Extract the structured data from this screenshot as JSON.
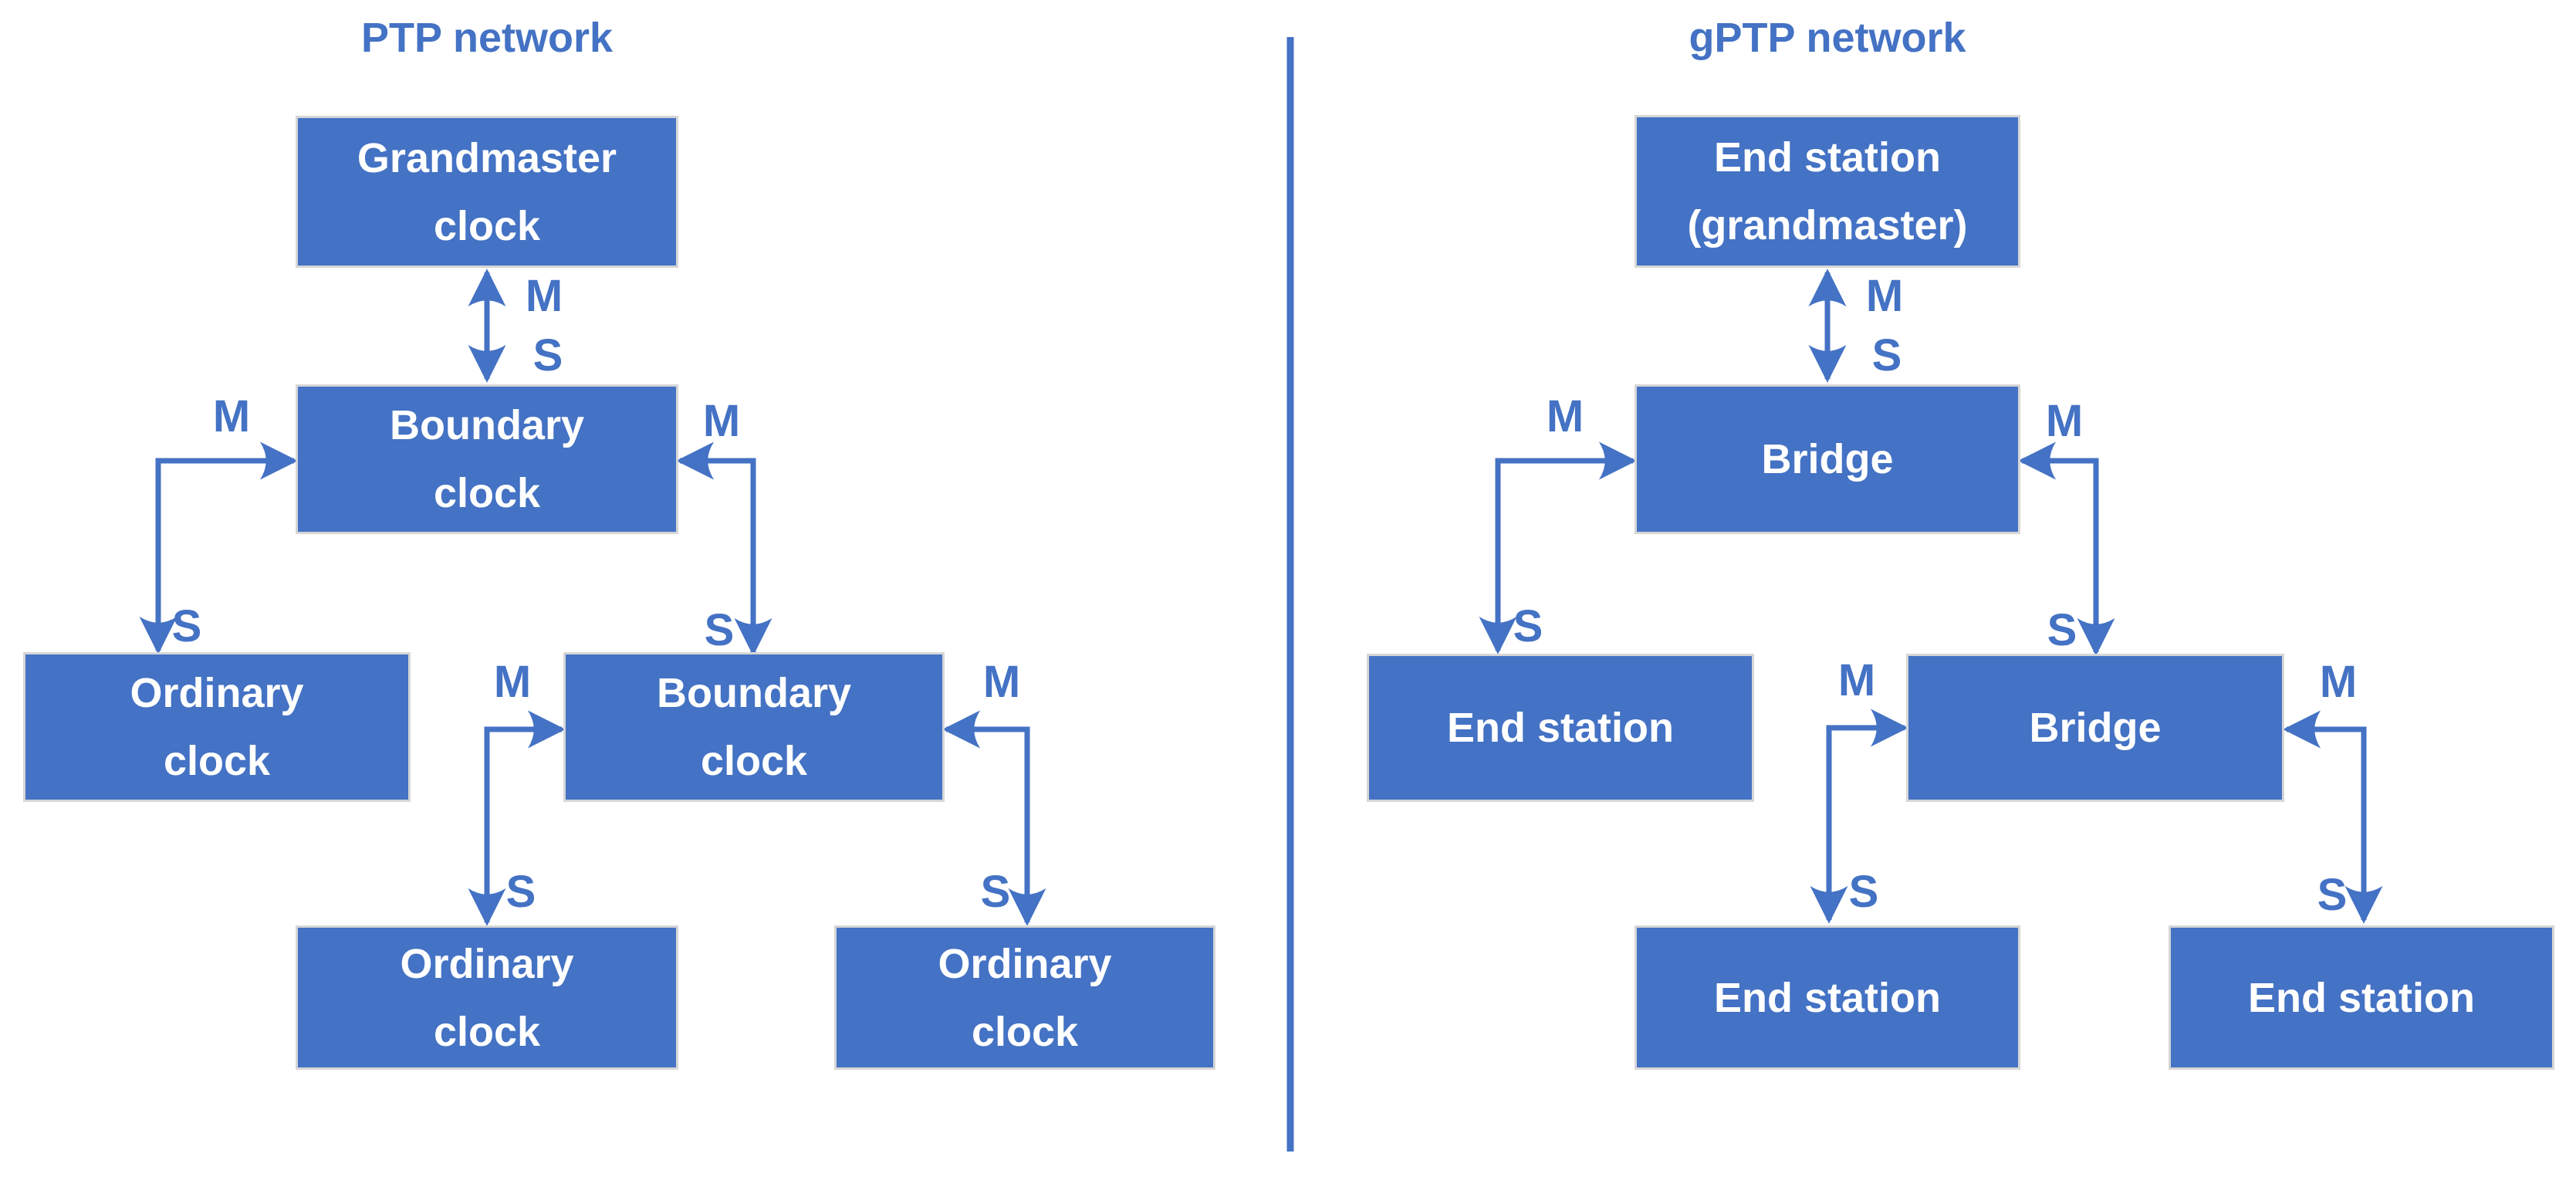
{
  "colors": {
    "primary": "#4472C4",
    "box_fill": "#4472C4",
    "box_border": "#D6D6D6",
    "box_text": "#FFFFFF",
    "background": "#FFFFFF"
  },
  "left_diagram": {
    "title": "PTP network",
    "nodes": [
      {
        "id": "grandmaster-clock",
        "label": "Grandmaster\nclock"
      },
      {
        "id": "boundary-clock-upper",
        "label": "Boundary\nclock"
      },
      {
        "id": "ordinary-clock-left",
        "label": "Ordinary\nclock"
      },
      {
        "id": "boundary-clock-lower",
        "label": "Boundary\nclock"
      },
      {
        "id": "ordinary-clock-bottom-left",
        "label": "Ordinary\nclock"
      },
      {
        "id": "ordinary-clock-bottom-right",
        "label": "Ordinary\nclock"
      }
    ],
    "connections": [
      {
        "from": "grandmaster-clock",
        "to": "boundary-clock-upper",
        "master_label": "M",
        "slave_label": "S"
      },
      {
        "from": "boundary-clock-upper",
        "to": "ordinary-clock-left",
        "master_label": "M",
        "slave_label": "S"
      },
      {
        "from": "boundary-clock-upper",
        "to": "boundary-clock-lower",
        "master_label": "M",
        "slave_label": "S"
      },
      {
        "from": "boundary-clock-lower",
        "to": "ordinary-clock-bottom-left",
        "master_label": "M",
        "slave_label": "S"
      },
      {
        "from": "boundary-clock-lower",
        "to": "ordinary-clock-bottom-right",
        "master_label": "M",
        "slave_label": "S"
      }
    ]
  },
  "right_diagram": {
    "title": "gPTP network",
    "nodes": [
      {
        "id": "end-station-grandmaster",
        "label": "End station\n(grandmaster)"
      },
      {
        "id": "bridge-upper",
        "label": "Bridge"
      },
      {
        "id": "end-station-left",
        "label": "End station"
      },
      {
        "id": "bridge-lower",
        "label": "Bridge"
      },
      {
        "id": "end-station-bottom-left",
        "label": "End station"
      },
      {
        "id": "end-station-bottom-right",
        "label": "End station"
      }
    ],
    "connections": [
      {
        "from": "end-station-grandmaster",
        "to": "bridge-upper",
        "master_label": "M",
        "slave_label": "S"
      },
      {
        "from": "bridge-upper",
        "to": "end-station-left",
        "master_label": "M",
        "slave_label": "S"
      },
      {
        "from": "bridge-upper",
        "to": "bridge-lower",
        "master_label": "M",
        "slave_label": "S"
      },
      {
        "from": "bridge-lower",
        "to": "end-station-bottom-left",
        "master_label": "M",
        "slave_label": "S"
      },
      {
        "from": "bridge-lower",
        "to": "end-station-bottom-right",
        "master_label": "M",
        "slave_label": "S"
      }
    ]
  }
}
